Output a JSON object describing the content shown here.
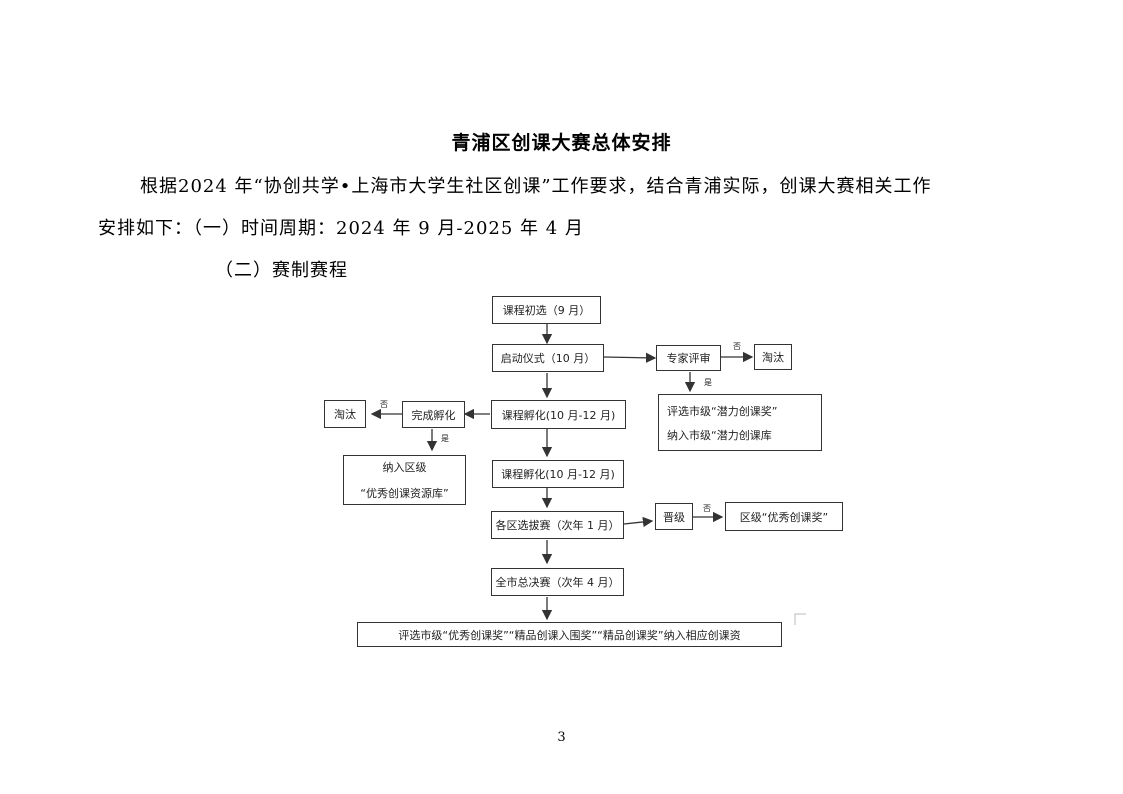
{
  "document": {
    "title": "青浦区创课大赛总体安排",
    "paragraph1": "根据2024 年“协创共学•上海市大学生社区创课”工作要求，结合青浦实际，创课大赛相关工作",
    "paragraph2": "安排如下：（一）时间周期：2024 年 9 月-2025 年 4 月",
    "paragraph3": "（二）赛制赛程",
    "page_number": "3"
  },
  "flowchart": {
    "step1": "课程初选（9 月）",
    "step2": "启动仪式（10 月）",
    "expert_review": "专家评审",
    "eliminated_a": "淘汰",
    "no_a": "否",
    "yes_a": "是",
    "award_line1": "评选市级“潜力创课奖”",
    "award_line2": "纳入市级“潜力创课库",
    "step3": "课程孵化(10 月-12 月)",
    "complete_incubation": "完成孵化",
    "eliminated_b": "淘汰",
    "no_b": "否",
    "yes_b": "是",
    "district_line1": "纳入区级",
    "district_line2": "“优秀创课资源库”",
    "step4": "课程孵化(10 月-12 月)",
    "step5": "各区选拔赛（次年 1 月）",
    "promote": "晋级",
    "no_c": "否",
    "district_award": "区级“优秀创课奖”",
    "step6": "全市总决赛（次年 4 月）",
    "final_result": "评选市级“优秀创课奖”“精品创课入围奖”“精品创课奖”纳入相应创课资"
  }
}
